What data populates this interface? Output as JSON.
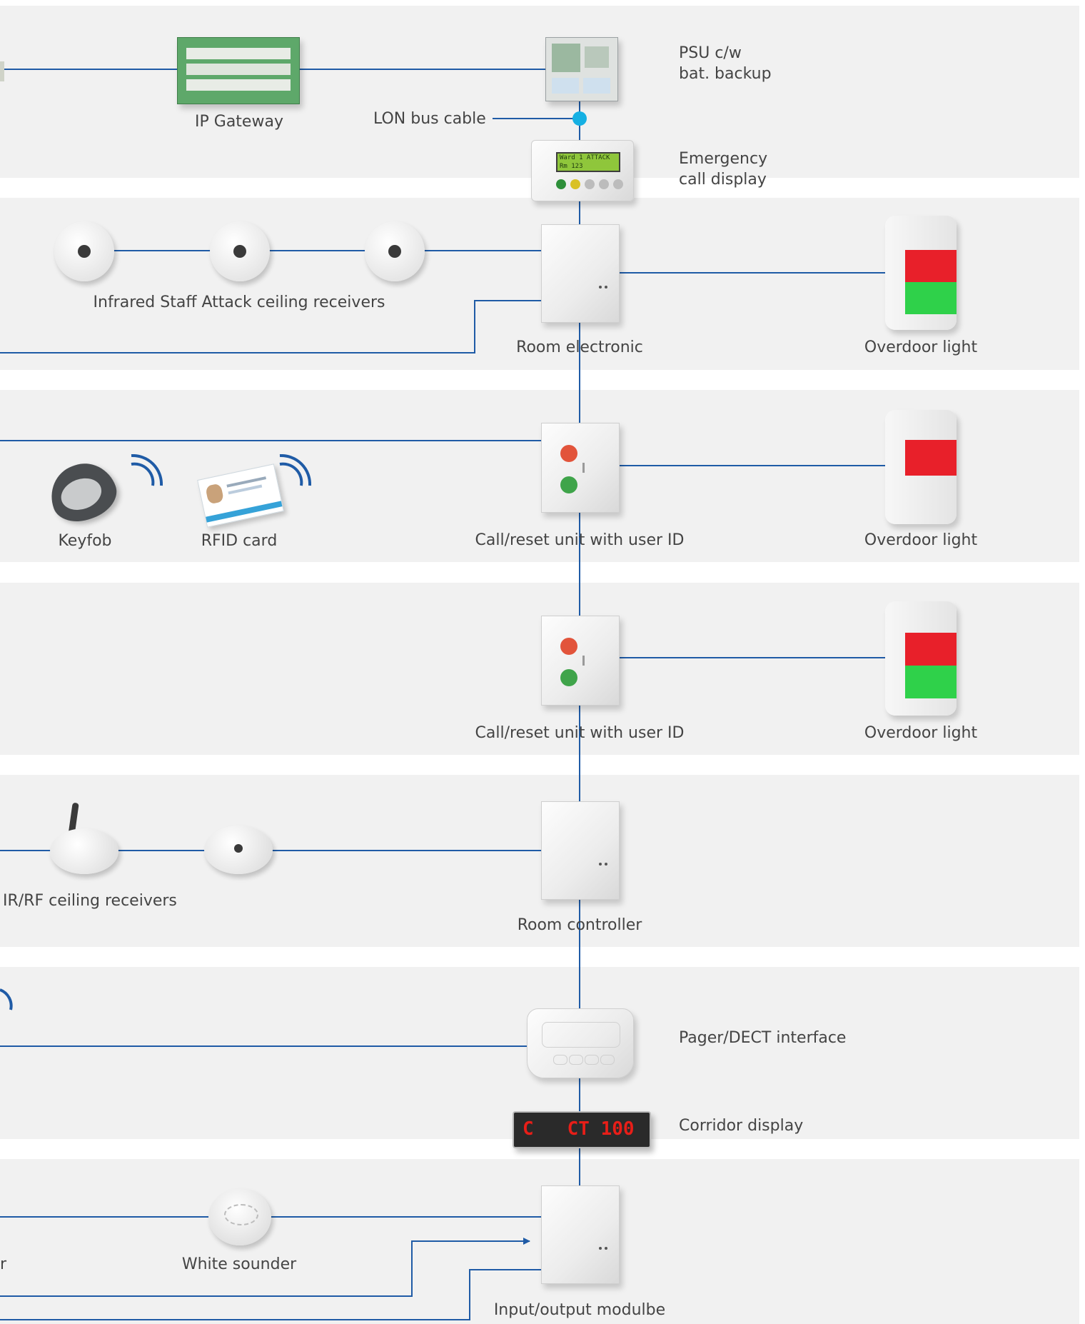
{
  "colors": {
    "band": "#f1f1f1",
    "line": "#1f5ba6",
    "node": "#15b0e3",
    "text": "#444444"
  },
  "labels": {
    "ip_gateway": "IP Gateway",
    "lon_bus_cable": "LON bus cable",
    "psu": [
      "PSU c/w",
      "bat. backup"
    ],
    "emergency_display": [
      "Emergency",
      "call display"
    ],
    "ir_staff_attack": "Infrared Staff Attack ceiling receivers",
    "room_electronic": "Room electronic",
    "overdoor_light": "Overdoor light",
    "keyfob": "Keyfob",
    "rfid_card": "RFID card",
    "call_reset_unit": "Call/reset unit with user ID",
    "ir_rf_receivers": "IR/RF ceiling receivers",
    "room_controller": "Room controller",
    "pager_dect": "Pager/DECT interface",
    "corridor_display": "Corridor display",
    "white_sounder": "White sounder",
    "io_module": "Input/output modulbe",
    "cut_off_letter": "r"
  },
  "displays": {
    "emergency_lcd": [
      "Ward 1   ATTACK",
      "Rm 123"
    ],
    "corridor_led": "C   CT 100"
  }
}
